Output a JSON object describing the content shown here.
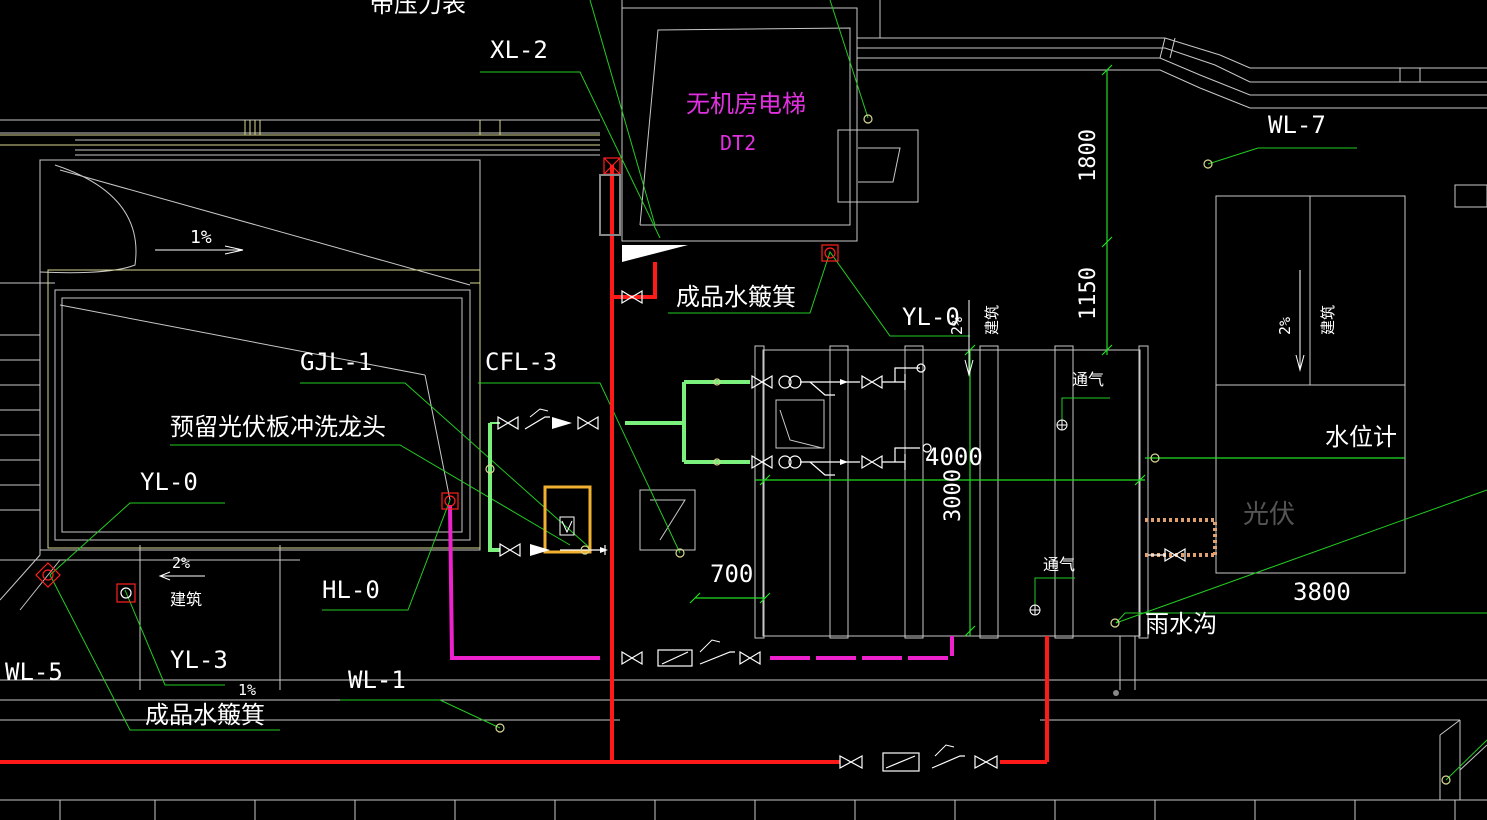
{
  "labels": {
    "top_cut": "带压力表",
    "xl2": "XL-2",
    "elevator": "无机房电梯",
    "dt2": "DT2",
    "wl7": "WL-7",
    "dim_1800": "1800",
    "dim_1150": "1150",
    "slope_top": "1%",
    "basket_top": "成品水簸箕",
    "yl0_right": "YL-0",
    "jz_right": "建筑",
    "pct2_right": "2%",
    "gjl1": "GJL-1",
    "cfl3": "CFL-3",
    "pv_flush": "预留光伏板冲洗龙头",
    "vent_top": "通气",
    "water_level": "水位计",
    "dim_4000": "4000",
    "dim_3000": "3000",
    "yl0_left": "YL-0",
    "pv": "光伏",
    "pct2_left": "2%",
    "jz_left": "建筑",
    "hl0": "HL-0",
    "dim_700": "700",
    "vent_bottom": "通气",
    "dim_3800": "3800",
    "rain_ditch": "雨水沟",
    "yl3": "YL-3",
    "wl5": "WL-5",
    "wl1": "WL-1",
    "slope_bottom": "1%",
    "basket_bottom": "成品水簸箕"
  },
  "colors": {
    "background": "#000000",
    "fire_pipe": "#ff1a1a",
    "recycled_pipe": "#ee22cc",
    "feed_pipe": "#7cf07c",
    "equipment": "#f0b030",
    "elevator_text": "#e030e0",
    "leader": "#22cc22",
    "building_line": "#c8c8c8",
    "wall_yellow": "#d8d890",
    "dim_line": "#22dd22",
    "drain_dashed": "#e0a070"
  },
  "icons": [
    "valve-icon",
    "check-valve-icon",
    "pump-icon",
    "floor-drain-icon",
    "roof-drain-icon",
    "flow-arrow-icon"
  ]
}
